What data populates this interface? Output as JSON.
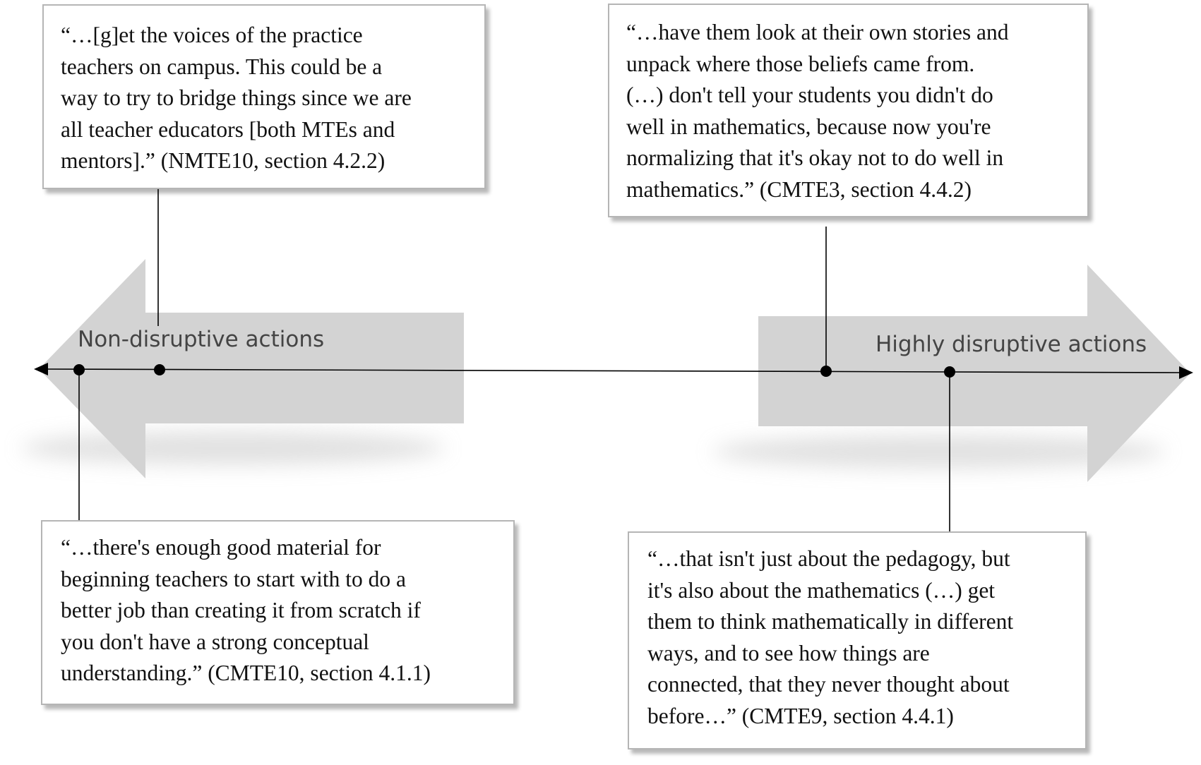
{
  "labels": {
    "left": "Non-disruptive actions",
    "right": "Highly disruptive actions"
  },
  "quotes": [
    {
      "id": "top-left",
      "lines": [
        "“…[g]et the voices of the practice",
        "teachers on campus. This could be a",
        "way to try to bridge things since we are",
        "all teacher educators [both MTEs and",
        "mentors].” (NMTE10, section 4.2.2)"
      ]
    },
    {
      "id": "top-right",
      "lines": [
        "“…have them look at their own stories and",
        "unpack where those beliefs came from.",
        "(…) don't tell your students you didn't do",
        "well in mathematics, because now you're",
        "normalizing that it's okay not to do well in",
        "mathematics.” (CMTE3, section 4.4.2)"
      ]
    },
    {
      "id": "bottom-left",
      "lines": [
        "“…there's enough good material for",
        "beginning teachers to start with to do a",
        "better job than creating it from scratch if",
        "you don't have a strong conceptual",
        "understanding.” (CMTE10, section 4.1.1)"
      ]
    },
    {
      "id": "bottom-right",
      "lines": [
        "“…that isn't just about the pedagogy, but",
        "it's also about the mathematics (…) get",
        "them to think mathematically in different",
        "ways, and to see how things are",
        "connected, that they never thought about",
        "before…” (CMTE9, section 4.4.1)"
      ]
    }
  ],
  "colors": {
    "arrow_fill": "#d3d3d3",
    "box_border": "#b5b5b5",
    "line": "#000000",
    "label_text": "#444444"
  }
}
